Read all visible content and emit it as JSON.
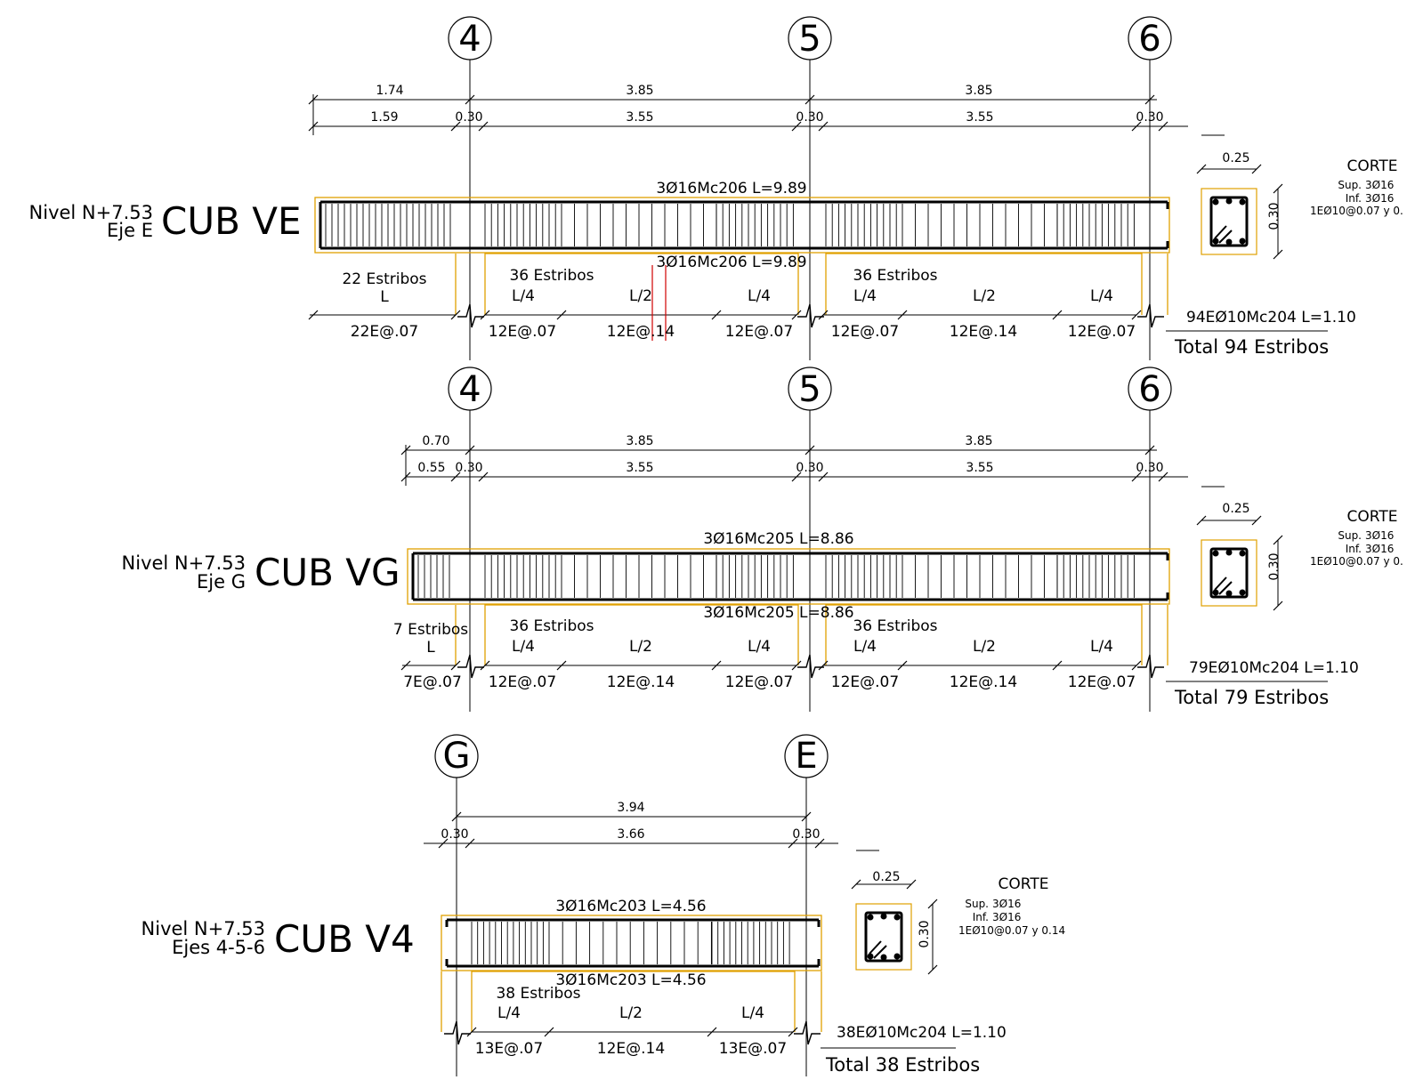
{
  "beams": [
    {
      "id": "ve",
      "nivel": "Nivel N+7.53",
      "eje": "Eje E",
      "title": "CUB VE",
      "axes": [
        "4",
        "5",
        "6"
      ],
      "dims_top": [
        "1.74",
        "3.85",
        "3.85"
      ],
      "dims_bottom": [
        "1.59",
        "0.30",
        "3.55",
        "0.30",
        "3.55",
        "0.30"
      ],
      "bar_top": "3Ø16Mc206 L=9.89",
      "bar_bottom": "3Ø16Mc206 L=9.89",
      "groups": [
        {
          "title": "22 Estribos",
          "sub": "L"
        },
        {
          "title": "36 Estribos",
          "sub": ""
        },
        {
          "title": "36 Estribos",
          "sub": ""
        }
      ],
      "l_labels": [
        "L/4",
        "L/2",
        "L/4",
        "L/4",
        "L/2",
        "L/4"
      ],
      "spacings": [
        "22E@.07",
        "12E@.07",
        "12E@.14",
        "12E@.07",
        "12E@.07",
        "12E@.14",
        "12E@.07"
      ],
      "stirrup_total": "94EØ10Mc204 L=1.10",
      "total": "Total 94 Estribos",
      "section": {
        "title": "CORTE",
        "width": "0.25",
        "height": "0.30",
        "sup_label": "Sup.",
        "sup_value": "3Ø16",
        "inf_label": "Inf.",
        "inf_value": "3Ø16",
        "stirrups": "1EØ10@0.07 y 0."
      }
    },
    {
      "id": "vg",
      "nivel": "Nivel N+7.53",
      "eje": "Eje G",
      "title": "CUB VG",
      "axes": [
        "4",
        "5",
        "6"
      ],
      "dims_top": [
        "0.70",
        "3.85",
        "3.85"
      ],
      "dims_bottom": [
        "0.55",
        "0.30",
        "3.55",
        "0.30",
        "3.55",
        "0.30"
      ],
      "bar_top": "3Ø16Mc205 L=8.86",
      "bar_bottom": "3Ø16Mc205 L=8.86",
      "groups": [
        {
          "title": "7 Estribos",
          "sub": "L"
        },
        {
          "title": "36 Estribos",
          "sub": ""
        },
        {
          "title": "36 Estribos",
          "sub": ""
        }
      ],
      "l_labels": [
        "L/4",
        "L/2",
        "L/4",
        "L/4",
        "L/2",
        "L/4"
      ],
      "spacings": [
        "7E@.07",
        "12E@.07",
        "12E@.14",
        "12E@.07",
        "12E@.07",
        "12E@.14",
        "12E@.07"
      ],
      "stirrup_total": "79EØ10Mc204 L=1.10",
      "total": "Total 79 Estribos",
      "section": {
        "title": "CORTE",
        "width": "0.25",
        "height": "0.30",
        "sup_label": "Sup.",
        "sup_value": "3Ø16",
        "inf_label": "Inf.",
        "inf_value": "3Ø16",
        "stirrups": "1EØ10@0.07 y 0."
      }
    },
    {
      "id": "v4",
      "nivel": "Nivel N+7.53",
      "eje": "Ejes 4-5-6",
      "title": "CUB V4",
      "axes": [
        "G",
        "E"
      ],
      "dims_top": [
        "3.94"
      ],
      "dims_bottom": [
        "0.30",
        "3.66",
        "0.30"
      ],
      "bar_top": "3Ø16Mc203 L=4.56",
      "bar_bottom": "3Ø16Mc203 L=4.56",
      "groups": [
        {
          "title": "38 Estribos",
          "sub": ""
        }
      ],
      "l_labels": [
        "L/4",
        "L/2",
        "L/4"
      ],
      "spacings": [
        "13E@.07",
        "12E@.14",
        "13E@.07"
      ],
      "stirrup_total": "38EØ10Mc204 L=1.10",
      "total": "Total 38 Estribos",
      "section": {
        "title": "CORTE",
        "width": "0.25",
        "height": "0.30",
        "sup_label": "Sup.",
        "sup_value": "3Ø16",
        "inf_label": "Inf.",
        "inf_value": "3Ø16",
        "stirrups": "1EØ10@0.07 y 0.14"
      }
    }
  ],
  "colors": {
    "line": "#000000",
    "cover": "#e0a000",
    "marker": "#d00000"
  }
}
